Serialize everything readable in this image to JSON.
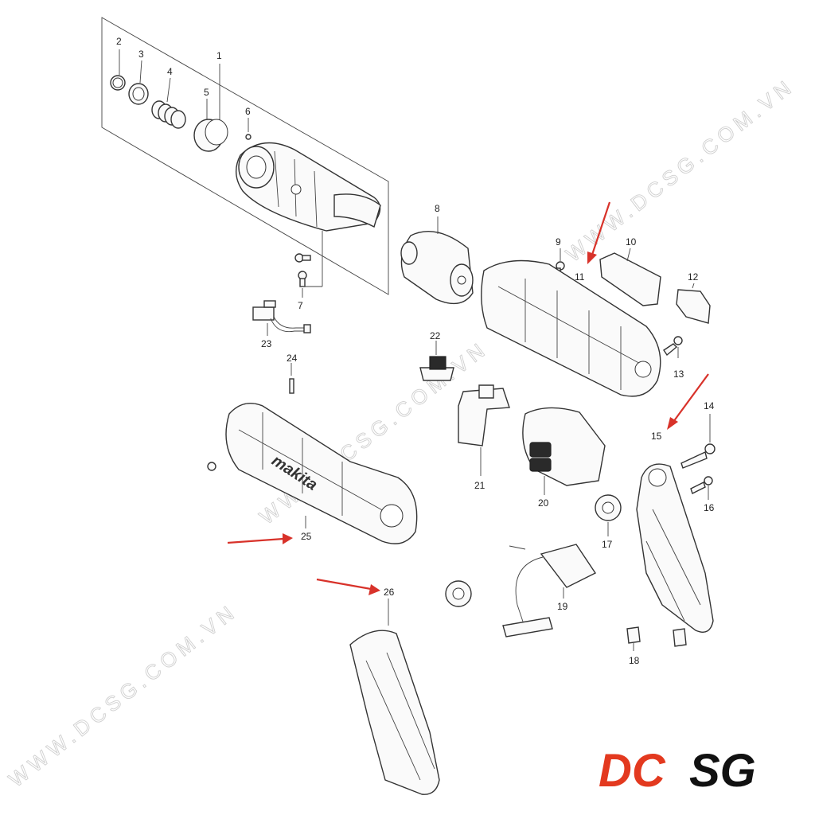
{
  "watermarks": [
    "WWW.DCSG.COM.VN",
    "WWW.DCSG.COM.VN",
    "WWW.DCSG.COM.VN"
  ],
  "logo": {
    "red": "DC",
    "black": "SG",
    "red_color": "#e3391f",
    "black_color": "#111111"
  },
  "housing_brand": "makita",
  "arrow_color": "#d8322a",
  "callouts": [
    "1",
    "2",
    "3",
    "4",
    "5",
    "6",
    "7",
    "8",
    "9",
    "10",
    "11",
    "12",
    "13",
    "14",
    "15",
    "16",
    "17",
    "18",
    "19",
    "20",
    "21",
    "22",
    "23",
    "24",
    "25",
    "26"
  ],
  "highlighted_parts": [
    "11",
    "15",
    "25",
    "26"
  ]
}
